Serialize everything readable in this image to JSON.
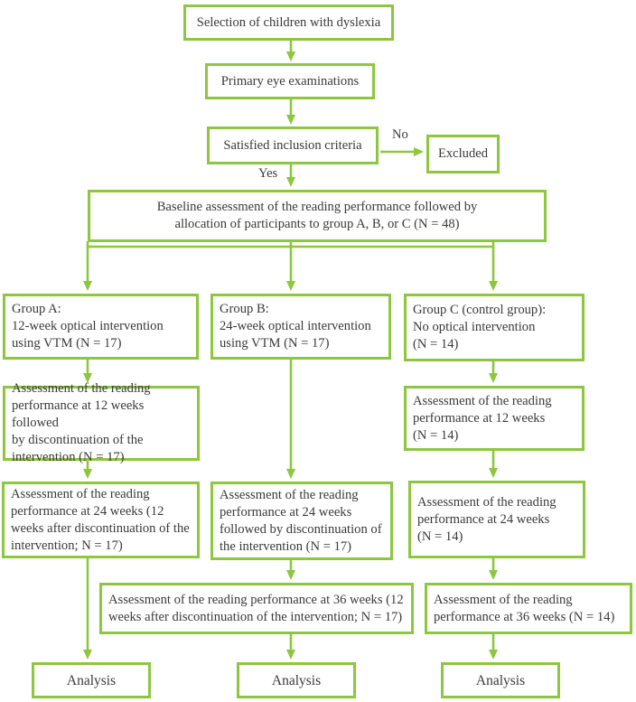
{
  "theme": {
    "accent": "#8dc63f",
    "text": "#3a3a3a",
    "background": "#ffffff"
  },
  "diagram": {
    "type": "flowchart",
    "nodes": {
      "selection": {
        "label": "Selection of children with dyslexia"
      },
      "primary_eye": {
        "label": "Primary eye examinations"
      },
      "inclusion": {
        "label": "Satisfied inclusion criteria"
      },
      "excluded": {
        "label": "Excluded"
      },
      "baseline": {
        "label": "Baseline assessment of the reading performance followed by\nallocation of participants to group A, B, or C (N = 48)"
      },
      "group_a": {
        "label": "Group A:\n12-week optical intervention\nusing VTM (N = 17)"
      },
      "group_b": {
        "label": "Group B:\n24-week optical intervention\nusing VTM (N = 17)"
      },
      "group_c": {
        "label": "Group C (control group):\nNo optical intervention\n(N = 14)"
      },
      "a_12w": {
        "label": "Assessment of the reading\nperformance at 12 weeks followed\nby discontinuation of the\nintervention (N = 17)"
      },
      "c_12w": {
        "label": "Assessment of the reading\nperformance at 12 weeks\n(N = 14)"
      },
      "a_24w": {
        "label": "Assessment of the reading\nperformance at 24 weeks (12\nweeks after discontinuation of the\nintervention; N = 17)"
      },
      "b_24w": {
        "label": "Assessment of the reading\nperformance at 24 weeks\nfollowed by discontinuation of\nthe intervention (N = 17)"
      },
      "c_24w": {
        "label": "Assessment of the reading\nperformance at 24 weeks\n(N = 14)"
      },
      "b_36w": {
        "label": "Assessment of the reading performance at 36 weeks (12\nweeks after discontinuation of the intervention; N = 17)"
      },
      "c_36w": {
        "label": "Assessment of the reading\nperformance at 36 weeks (N = 14)"
      },
      "analysis_a": {
        "label": "Analysis"
      },
      "analysis_b": {
        "label": "Analysis"
      },
      "analysis_c": {
        "label": "Analysis"
      }
    },
    "edge_labels": {
      "no": "No",
      "yes": "Yes"
    }
  }
}
